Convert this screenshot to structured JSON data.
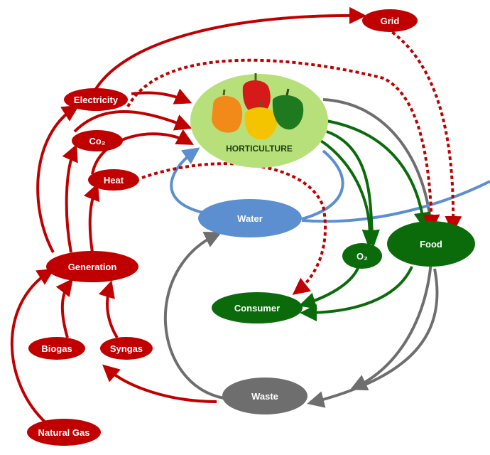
{
  "nodes": {
    "grid": "Grid",
    "electricity": "Electricity",
    "co2": "Co₂",
    "heat": "Heat",
    "generation": "Generation",
    "biogas": "Biogas",
    "syngas": "Syngas",
    "natural_gas": "Natural Gas",
    "horticulture": "HORTICULTURE",
    "water": "Water",
    "o2": "O₂",
    "food": "Food",
    "consumer": "Consumer",
    "waste": "Waste"
  },
  "colors": {
    "energy": "#c00000",
    "water": "#5b8fd0",
    "product": "#0b6b0b",
    "waste": "#6e6e6e",
    "horticulture_fill": "#b8e07a"
  },
  "icons": {
    "produce": "bell-peppers-image"
  }
}
